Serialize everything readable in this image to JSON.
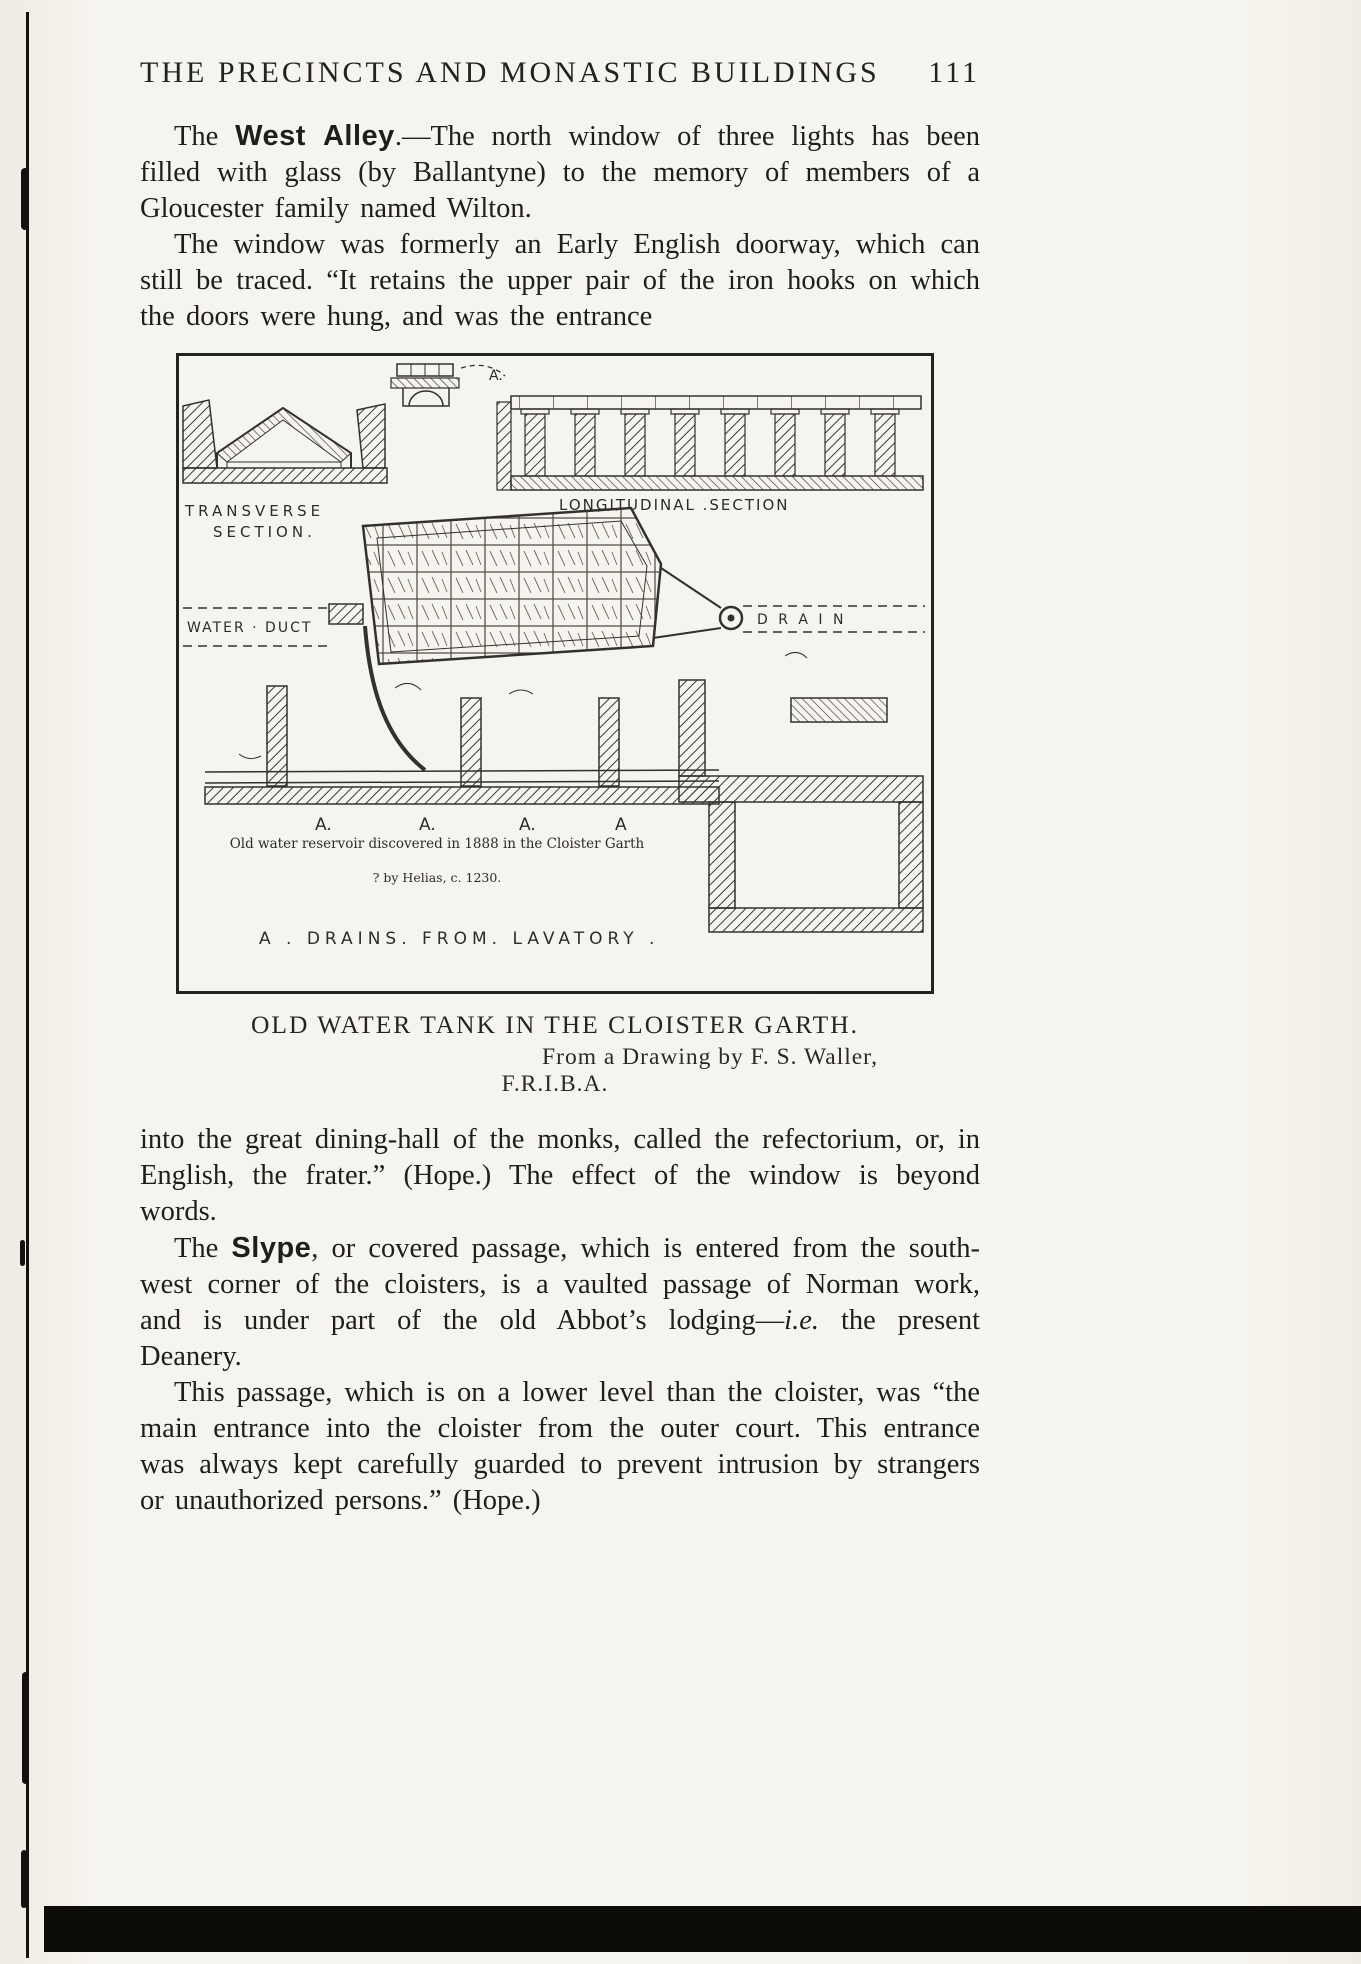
{
  "page": {
    "header": {
      "title": "THE PRECINCTS AND MONASTIC BUILDINGS",
      "page_number": "111"
    },
    "para1": {
      "lead": "The ",
      "bold": "West Alley",
      "rest": ".—The north window of three lights has been filled with glass (by Ballantyne) to the memory of members of a Gloucester family named Wilton."
    },
    "para2": "The window was formerly an Early English doorway, which can still be traced.  “It retains the upper pair of the iron hooks on which the doors were hung, and was the entrance",
    "para3": "into the great dining-hall of the monks, called the refectorium, or, in English, the frater.”   (Hope.)   The effect of the window is beyond words.",
    "para4": {
      "lead": "The ",
      "bold": "Slype",
      "mid": ", or covered passage, which is entered from the south-west corner of the cloisters, is a vaulted passage of Norman work, and is under part of the old Abbot’s lodging—",
      "italic": "i.e.",
      "rest": " the present Deanery."
    },
    "para5": "This passage, which is on a lower level than the cloister, was “the main entrance into the cloister from the outer court. This entrance was always kept carefully guarded to prevent intrusion by strangers or unauthorized persons.”   (Hope.)"
  },
  "figure": {
    "caption_title": "OLD WATER TANK IN THE CLOISTER GARTH.",
    "caption_credit": "From a Drawing by F. S. Waller, F.R.I.B.A.",
    "labels": {
      "transverse1": "TRANSVERSE",
      "transverse2": "SECTION.",
      "longitudinal": "LONGITUDINAL .SECTION",
      "a_top": "A.",
      "water_duct": "WATER · DUCT",
      "drain": "D R A I N",
      "a1": "A.",
      "a2": "A.",
      "a3": "A.",
      "a4": "A",
      "reservoir_note": "Old water reservoir discovered in 1888 in the Cloister Garth",
      "helias_note": "? by Helias, c. 1230.",
      "drains_note": "A . DRAINS. FROM. LAVATORY ."
    }
  }
}
